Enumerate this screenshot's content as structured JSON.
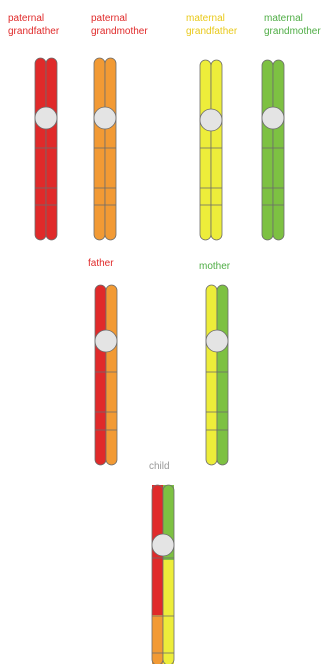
{
  "colors": {
    "red": "#e02a2a",
    "orange": "#f29a34",
    "yellow": "#eded3a",
    "green": "#7dc142",
    "centromere": "#e4e4e4",
    "outline": "#6d6d6d",
    "child_label": "#9a9a9a"
  },
  "labels": {
    "paternal_grandfather": {
      "line1": "paternal",
      "line2": "grandfather"
    },
    "paternal_grandmother": {
      "line1": "paternal",
      "line2": "grandmother"
    },
    "maternal_grandfather": {
      "line1": "maternal",
      "line2": "grandfather"
    },
    "maternal_grandmother": {
      "line1": "maternal",
      "line2": "grandmother"
    },
    "father": "father",
    "mother": "mother",
    "child": "child"
  },
  "chromosomes": [
    {
      "id": "paternal-grandfather",
      "left": [
        "red"
      ],
      "right": [
        "red"
      ]
    },
    {
      "id": "paternal-grandmother",
      "left": [
        "orange"
      ],
      "right": [
        "orange"
      ]
    },
    {
      "id": "maternal-grandfather",
      "left": [
        "yellow"
      ],
      "right": [
        "yellow"
      ]
    },
    {
      "id": "maternal-grandmother",
      "left": [
        "green"
      ],
      "right": [
        "green"
      ]
    },
    {
      "id": "father",
      "left": [
        "red"
      ],
      "right": [
        "orange"
      ]
    },
    {
      "id": "mother",
      "left": [
        "yellow"
      ],
      "right": [
        "green"
      ]
    },
    {
      "id": "child",
      "left": [
        "red",
        "red",
        "orange"
      ],
      "right": [
        "green",
        "yellow",
        "yellow"
      ]
    }
  ]
}
